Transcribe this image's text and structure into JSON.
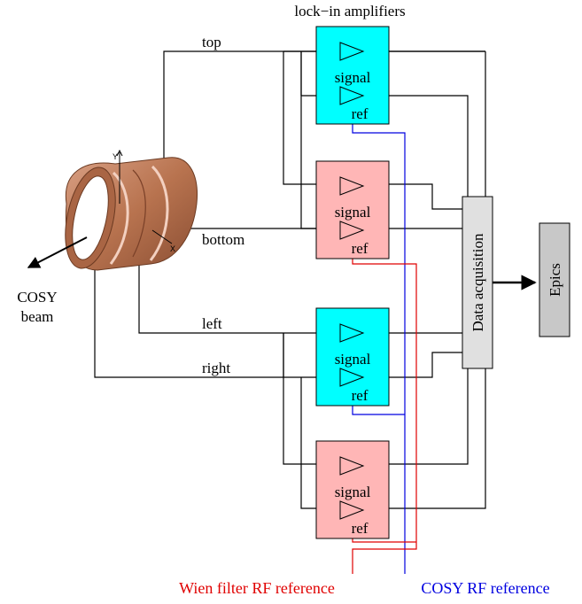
{
  "title": "lock−in amplifiers",
  "beam_label": {
    "line1": "COSY",
    "line2": "beam"
  },
  "axes": {
    "x": "X",
    "y": "Y"
  },
  "channels": {
    "top": "top",
    "bottom": "bottom",
    "left": "left",
    "right": "right"
  },
  "amplifier": {
    "signal_label": "signal",
    "ref_label": "ref"
  },
  "amplifiers": [
    {
      "id": "amp1",
      "color": "#00ffff",
      "reference": "cosy"
    },
    {
      "id": "amp2",
      "color": "#ffb6b6",
      "reference": "wien"
    },
    {
      "id": "amp3",
      "color": "#00ffff",
      "reference": "cosy"
    },
    {
      "id": "amp4",
      "color": "#ffb6b6",
      "reference": "wien"
    }
  ],
  "daq_label": "Data acquisition",
  "epics_label": "Epics",
  "wien_reference_label": "Wien filter RF reference",
  "cosy_reference_label": "COSY RF reference",
  "colors": {
    "wien_line": "#e00000",
    "cosy_line": "#0000e0",
    "cyan_box": "#00ffff",
    "pink_box": "#ffb6b6",
    "daq_box": "#e0e0e0",
    "epics_box": "#c8c8c8",
    "copper": "#c07a5a"
  }
}
